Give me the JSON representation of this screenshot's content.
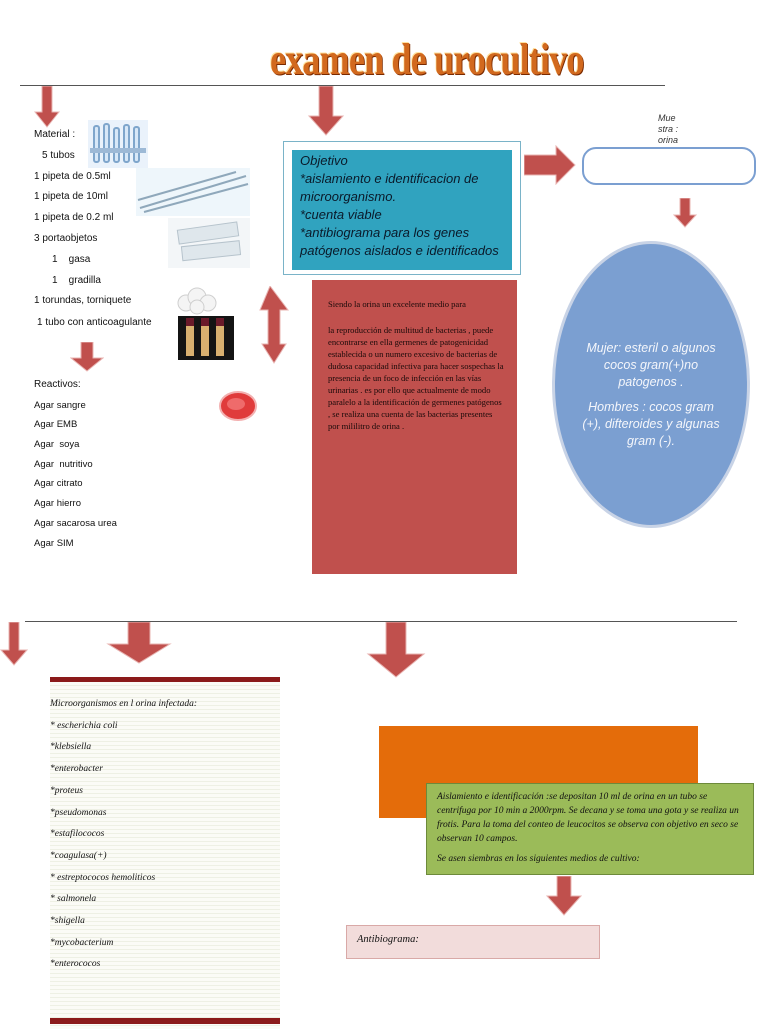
{
  "title": "examen de urocultivo",
  "materials": {
    "heading": "Material :",
    "items": [
      "5 tubos",
      "1 pipeta de 0.5ml",
      "1 pipeta de 10ml",
      "1 pipeta de 0.2 ml",
      "3 portaobjetos",
      "1    gasa",
      "1    gradilla",
      "1 torundas, torniquete",
      "1 tubo  con anticoagulante"
    ]
  },
  "reactives": {
    "heading": "Reactivos:",
    "items": [
      "Agar sangre",
      "Agar EMB",
      "Agar  soya",
      "Agar  nutritivo",
      "Agar citrato",
      "Agar hierro",
      "Agar sacarosa urea",
      "Agar SIM"
    ]
  },
  "objetivo": {
    "lines": [
      "Objetivo",
      "*aislamiento e identificacion de microorganismo.",
      "*cuenta viable",
      "*antibiograma  para los genes patógenos aislados e identificados"
    ]
  },
  "muestra": "Mue stra : orina",
  "red_box": {
    "p1": "Siendo la orina  un excelente  medio para",
    "p2": "la reproducción de multitud  de bacterias , puede  encontrarse en ella germenes  de patogenicidad establecida o un numero excesivo  de bacterias de dudosa  capacidad infectiva para hacer sospechas  la presencia de un foco de infección en las vías urinarias  . es por ello  que actualmente  de modo paralelo a la identificación  de germenes patógenos , se realiza una cuenta  de las bacterias presentes por mililitro  de orina ."
  },
  "ellipse": {
    "p1": "Mujer: esteril  o algunos cocos gram(+)no patogenos .",
    "p2": "Hombres : cocos gram (+), difteroides y algunas gram (-)."
  },
  "microorganisms": {
    "heading": "Microorganismos  en l orina  infectada:",
    "items": [
      "* escherichia coli",
      "*klebsiella",
      "*enterobacter",
      "*proteus",
      "*pseudomonas",
      "*estafilococos",
      "*coagulasa(+)",
      "* estreptococos hemoliticos",
      "* salmonela",
      "*shigella",
      "*mycobacterium",
      "*enterococos"
    ]
  },
  "green_box": {
    "p1": "Aislamiento e identificación  :se depositan  10 ml de orina  en un tubo  se centrifuga por 10 min a 2000rpm.  Se decana y se toma una gota y se  realiza  un frotis.  Para la toma del conteo de leucocitos  se observa con objetivo en seco  se observan 10 campos.",
    "p2": "Se asen  siembras  en los siguientes medios de cultivo:"
  },
  "antibiograma": "Antibiograma:",
  "colors": {
    "arrow": "#c0504d",
    "title": "#d2691e",
    "teal": "#30a3bf",
    "red": "#c0504d",
    "ellipse": "#7b9fd1",
    "orange": "#e46c0a",
    "green": "#9bbb59"
  }
}
